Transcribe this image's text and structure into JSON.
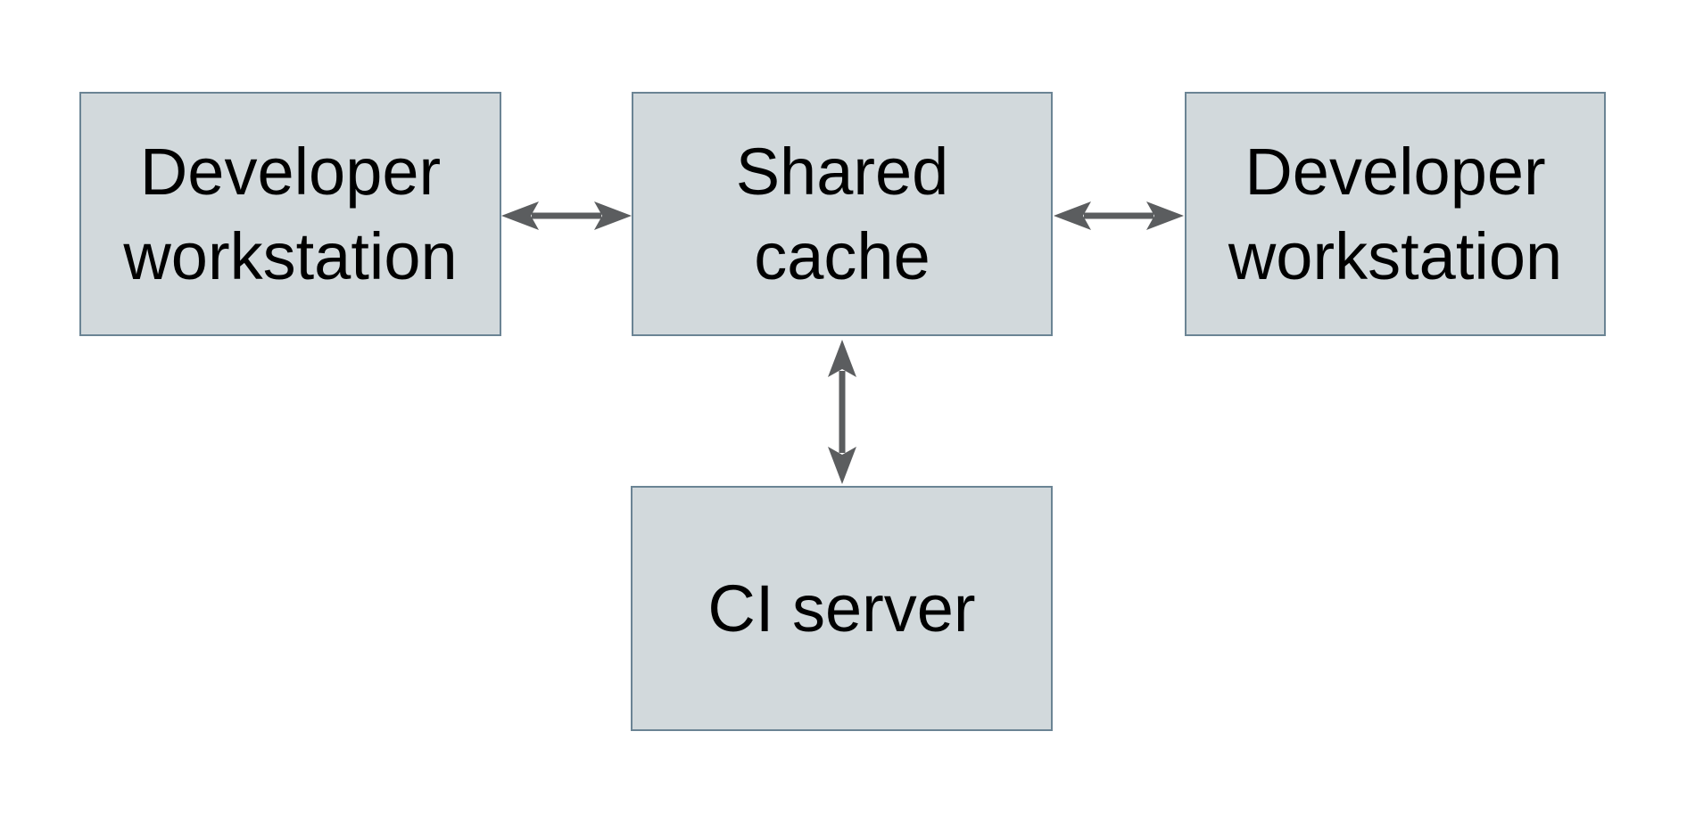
{
  "diagram": {
    "type": "architecture-diagram",
    "description": "Shared cache topology: two developer workstations and a CI server all exchange data bidirectionally with a shared cache"
  },
  "colors": {
    "background": "#ffffff",
    "node_fill": "#d2d9dc",
    "node_border": "#6b8494",
    "arrow": "#5b5d5f",
    "text": "#000000"
  },
  "nodes": {
    "dev_left": {
      "lines": [
        "Developer",
        "workstation"
      ]
    },
    "shared_cache": {
      "lines": [
        "Shared",
        "cache"
      ]
    },
    "dev_right": {
      "lines": [
        "Developer",
        "workstation"
      ]
    },
    "ci_server": {
      "lines": [
        "CI server"
      ]
    }
  },
  "edges": [
    {
      "from": "dev_left",
      "to": "shared_cache",
      "direction": "bidirectional"
    },
    {
      "from": "shared_cache",
      "to": "dev_right",
      "direction": "bidirectional"
    },
    {
      "from": "shared_cache",
      "to": "ci_server",
      "direction": "bidirectional"
    }
  ]
}
